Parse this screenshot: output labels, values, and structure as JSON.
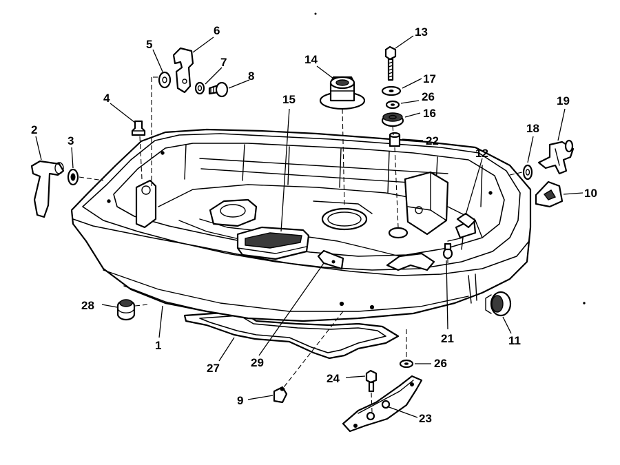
{
  "callouts": [
    {
      "id": "c1",
      "label": "1"
    },
    {
      "id": "c2",
      "label": "2"
    },
    {
      "id": "c3",
      "label": "3"
    },
    {
      "id": "c4",
      "label": "4"
    },
    {
      "id": "c5",
      "label": "5"
    },
    {
      "id": "c6",
      "label": "6"
    },
    {
      "id": "c7",
      "label": "7"
    },
    {
      "id": "c8",
      "label": "8"
    },
    {
      "id": "c9",
      "label": "9"
    },
    {
      "id": "c10",
      "label": "10"
    },
    {
      "id": "c11",
      "label": "11"
    },
    {
      "id": "c12",
      "label": "12"
    },
    {
      "id": "c13",
      "label": "13"
    },
    {
      "id": "c14",
      "label": "14"
    },
    {
      "id": "c15",
      "label": "15"
    },
    {
      "id": "c16",
      "label": "16"
    },
    {
      "id": "c17",
      "label": "17"
    },
    {
      "id": "c18",
      "label": "18"
    },
    {
      "id": "c19",
      "label": "19"
    },
    {
      "id": "c21",
      "label": "21"
    },
    {
      "id": "c22",
      "label": "22"
    },
    {
      "id": "c23",
      "label": "23"
    },
    {
      "id": "c24",
      "label": "24"
    },
    {
      "id": "c26a",
      "label": "26"
    },
    {
      "id": "c26b",
      "label": "26"
    },
    {
      "id": "c27",
      "label": "27"
    },
    {
      "id": "c28",
      "label": "28"
    },
    {
      "id": "c29",
      "label": "29"
    }
  ],
  "colors": {
    "line": "#000000",
    "background": "#ffffff"
  }
}
